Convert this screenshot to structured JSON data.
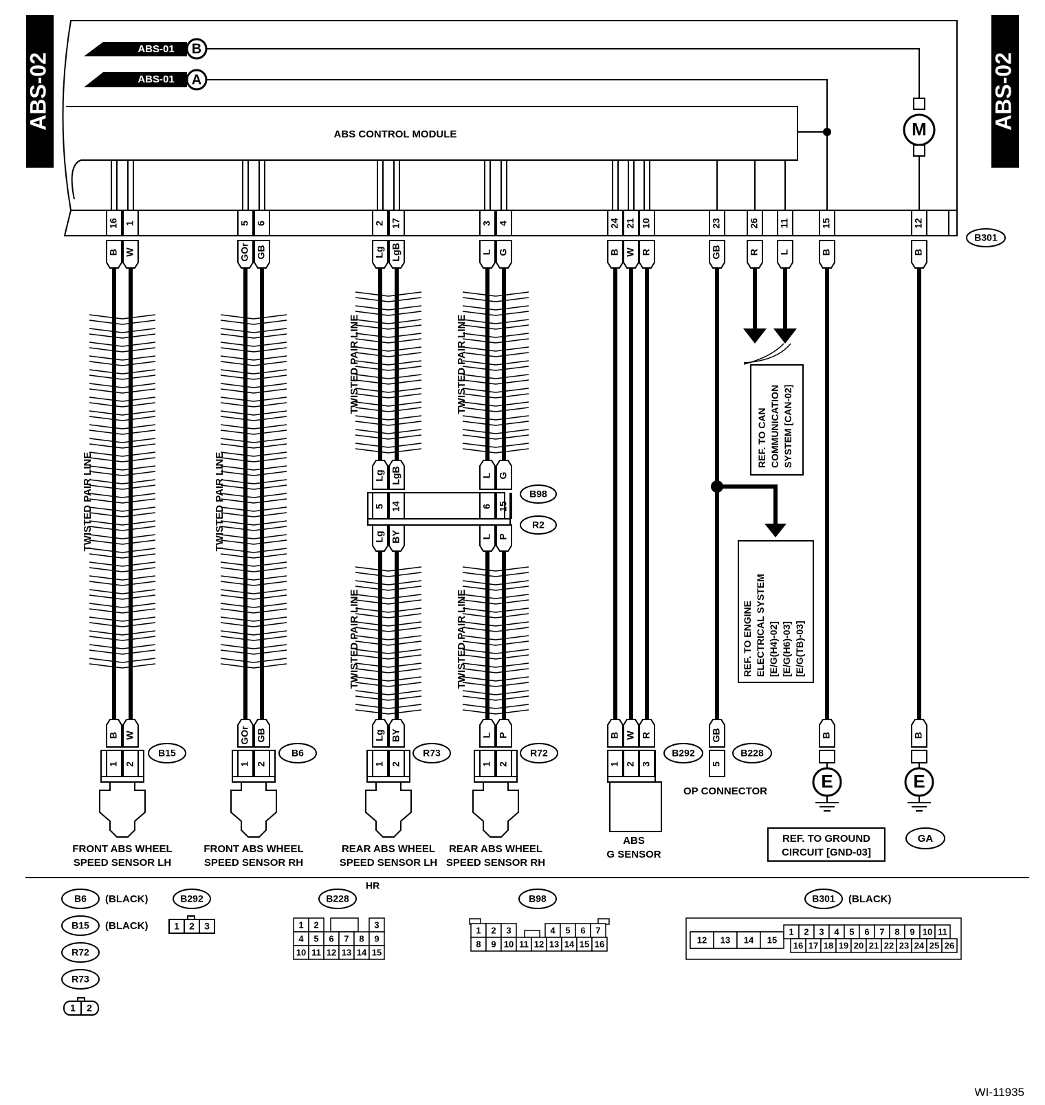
{
  "page_label": "ABS-02",
  "module_label": "ABS CONTROL MODULE",
  "ref_labels": {
    "b": "ABS-01",
    "a": "ABS-01",
    "b_letter": "B",
    "a_letter": "A"
  },
  "motor_letter": "M",
  "main_connector": "B301",
  "twisted_label": "TWISTED PAIR LINE",
  "wires": [
    {
      "pin": "16",
      "color": "B"
    },
    {
      "pin": "1",
      "color": "W"
    },
    {
      "pin": "5",
      "color": "GOr"
    },
    {
      "pin": "6",
      "color": "GB"
    },
    {
      "pin": "2",
      "color": "Lg"
    },
    {
      "pin": "17",
      "color": "LgB"
    },
    {
      "pin": "3",
      "color": "L"
    },
    {
      "pin": "4",
      "color": "G"
    },
    {
      "pin": "24",
      "color": "B"
    },
    {
      "pin": "21",
      "color": "W"
    },
    {
      "pin": "10",
      "color": "R"
    },
    {
      "pin": "23",
      "color": "GB"
    },
    {
      "pin": "26",
      "color": "R"
    },
    {
      "pin": "11",
      "color": "L"
    },
    {
      "pin": "15",
      "color": "B"
    },
    {
      "pin": "12",
      "color": "B"
    }
  ],
  "b98": {
    "id": "B98",
    "pins": [
      "5",
      "14",
      "6",
      "15"
    ],
    "upper_colors": [
      "Lg",
      "LgB",
      "L",
      "G"
    ]
  },
  "r2": {
    "id": "R2",
    "lower_colors": [
      "Lg",
      "BY",
      "L",
      "P"
    ]
  },
  "sensors": [
    {
      "connector": "B15",
      "colors": [
        "B",
        "W"
      ],
      "pins": [
        "1",
        "2"
      ],
      "label": [
        "FRONT ABS WHEEL",
        "SPEED SENSOR LH"
      ]
    },
    {
      "connector": "B6",
      "colors": [
        "GOr",
        "GB"
      ],
      "pins": [
        "1",
        "2"
      ],
      "label": [
        "FRONT ABS WHEEL",
        "SPEED SENSOR RH"
      ]
    },
    {
      "connector": "R73",
      "colors": [
        "Lg",
        "BY"
      ],
      "pins": [
        "1",
        "2"
      ],
      "label": [
        "REAR ABS WHEEL",
        "SPEED SENSOR LH"
      ]
    },
    {
      "connector": "R72",
      "colors": [
        "L",
        "P"
      ],
      "pins": [
        "1",
        "2"
      ],
      "label": [
        "REAR ABS WHEEL",
        "SPEED SENSOR RH"
      ]
    }
  ],
  "g_sensor": {
    "connector": "B292",
    "colors": [
      "B",
      "W",
      "R"
    ],
    "pins": [
      "1",
      "2",
      "3"
    ],
    "label": [
      "ABS",
      "G SENSOR"
    ]
  },
  "op_connector": {
    "connector": "B228",
    "color": "GB",
    "pin": "5",
    "label": "OP CONNECTOR"
  },
  "can_ref": [
    "REF. TO CAN",
    "COMMUNICATION",
    "SYSTEM [CAN-02]"
  ],
  "engine_ref": [
    "REF. TO ENGINE",
    "ELECTRICAL SYSTEM",
    "[E/G(H4)-02]",
    "[E/G(H6)-03]",
    "[E/G(TB)-03]"
  ],
  "ground": {
    "color": "B",
    "letter": "E",
    "ref": [
      "REF. TO GROUND",
      "CIRCUIT [GND-03]"
    ],
    "ga": "GA"
  },
  "legend": {
    "b6": "B6",
    "b6_color": "(BLACK)",
    "b15": "B15",
    "b15_color": "(BLACK)",
    "r72": "R72",
    "r73": "R73",
    "small_pins": [
      "1",
      "2"
    ],
    "b292": "B292",
    "b292_pins": [
      "1",
      "2",
      "3"
    ],
    "b228": "B228",
    "b228_hr": "HR",
    "b228_rows": [
      [
        "1",
        "2",
        "3"
      ],
      [
        "4",
        "5",
        "6",
        "7",
        "8",
        "9"
      ],
      [
        "10",
        "11",
        "12",
        "13",
        "14",
        "15"
      ]
    ],
    "b98": "B98",
    "b98_rows": [
      [
        "1",
        "2",
        "3",
        "4",
        "5",
        "6",
        "7"
      ],
      [
        "8",
        "9",
        "10",
        "11",
        "12",
        "13",
        "14",
        "15",
        "16"
      ]
    ],
    "b301": "B301",
    "b301_color": "(BLACK)",
    "b301_left": [
      "12",
      "13",
      "14",
      "15"
    ],
    "b301_rows": [
      [
        "1",
        "2",
        "3",
        "4",
        "5",
        "6",
        "7",
        "8",
        "9",
        "10",
        "11"
      ],
      [
        "16",
        "17",
        "18",
        "19",
        "20",
        "21",
        "22",
        "23",
        "24",
        "25",
        "26"
      ]
    ]
  },
  "figure_id": "WI-11935"
}
